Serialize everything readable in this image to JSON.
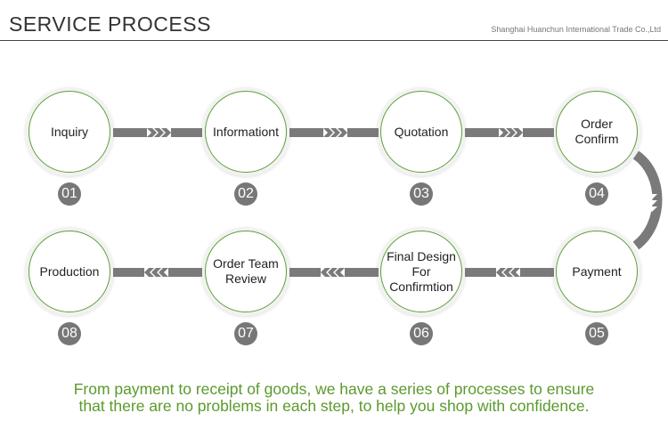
{
  "header": {
    "title": "SERVICE PROCESS",
    "company": "Shanghai Huanchun International Trade Co.,Ltd"
  },
  "steps": [
    {
      "number": "01",
      "label": "Inquiry"
    },
    {
      "number": "02",
      "label": "Informationt"
    },
    {
      "number": "03",
      "label": "Quotation"
    },
    {
      "number": "04",
      "label": "Order\nConfirm"
    },
    {
      "number": "05",
      "label": "Payment"
    },
    {
      "number": "06",
      "label": "Final Design\nFor\nConfirmtion"
    },
    {
      "number": "07",
      "label": "Order Team\nReview"
    },
    {
      "number": "08",
      "label": "Production"
    }
  ],
  "footer": {
    "line1": "From payment to receipt of goods, we have a series of processes to ensure",
    "line2": "that there are no problems in each step, to help you shop with confidence."
  },
  "colors": {
    "accent": "#5aa032",
    "badge": "#777777",
    "connector": "#7a7a7a",
    "footer": "#5a9a2b"
  }
}
